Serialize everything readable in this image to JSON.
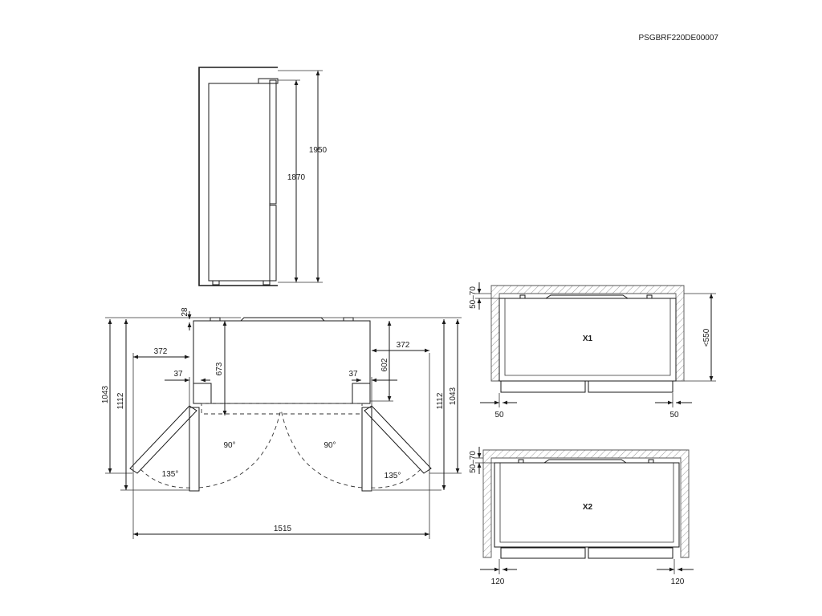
{
  "code": "PSGBRF220DE00007",
  "side_view": {
    "dim_total_height": "1950",
    "dim_body_height": "1870"
  },
  "top_view": {
    "dim_28": "28",
    "dim_depth_left": "1043",
    "dim_depth_open_left": "1112",
    "dim_depth_right": "1043",
    "dim_depth_open_right": "1112",
    "dim_372_left": "372",
    "dim_372_right": "372",
    "dim_37_left": "37",
    "dim_37_right": "37",
    "dim_673": "673",
    "dim_602": "602",
    "angle_90_left": "90°",
    "angle_90_right": "90°",
    "angle_135_left": "135°",
    "angle_135_right": "135°",
    "dim_width_open": "1515"
  },
  "install_x1": {
    "label": "X1",
    "gap_top": "50–70",
    "depth": "<550",
    "side_left": "50",
    "side_right": "50"
  },
  "install_x2": {
    "label": "X2",
    "gap_top": "50–70",
    "side_left": "120",
    "side_right": "120"
  },
  "colors": {
    "line": "#1a1a1a",
    "hatch": "#999999"
  }
}
